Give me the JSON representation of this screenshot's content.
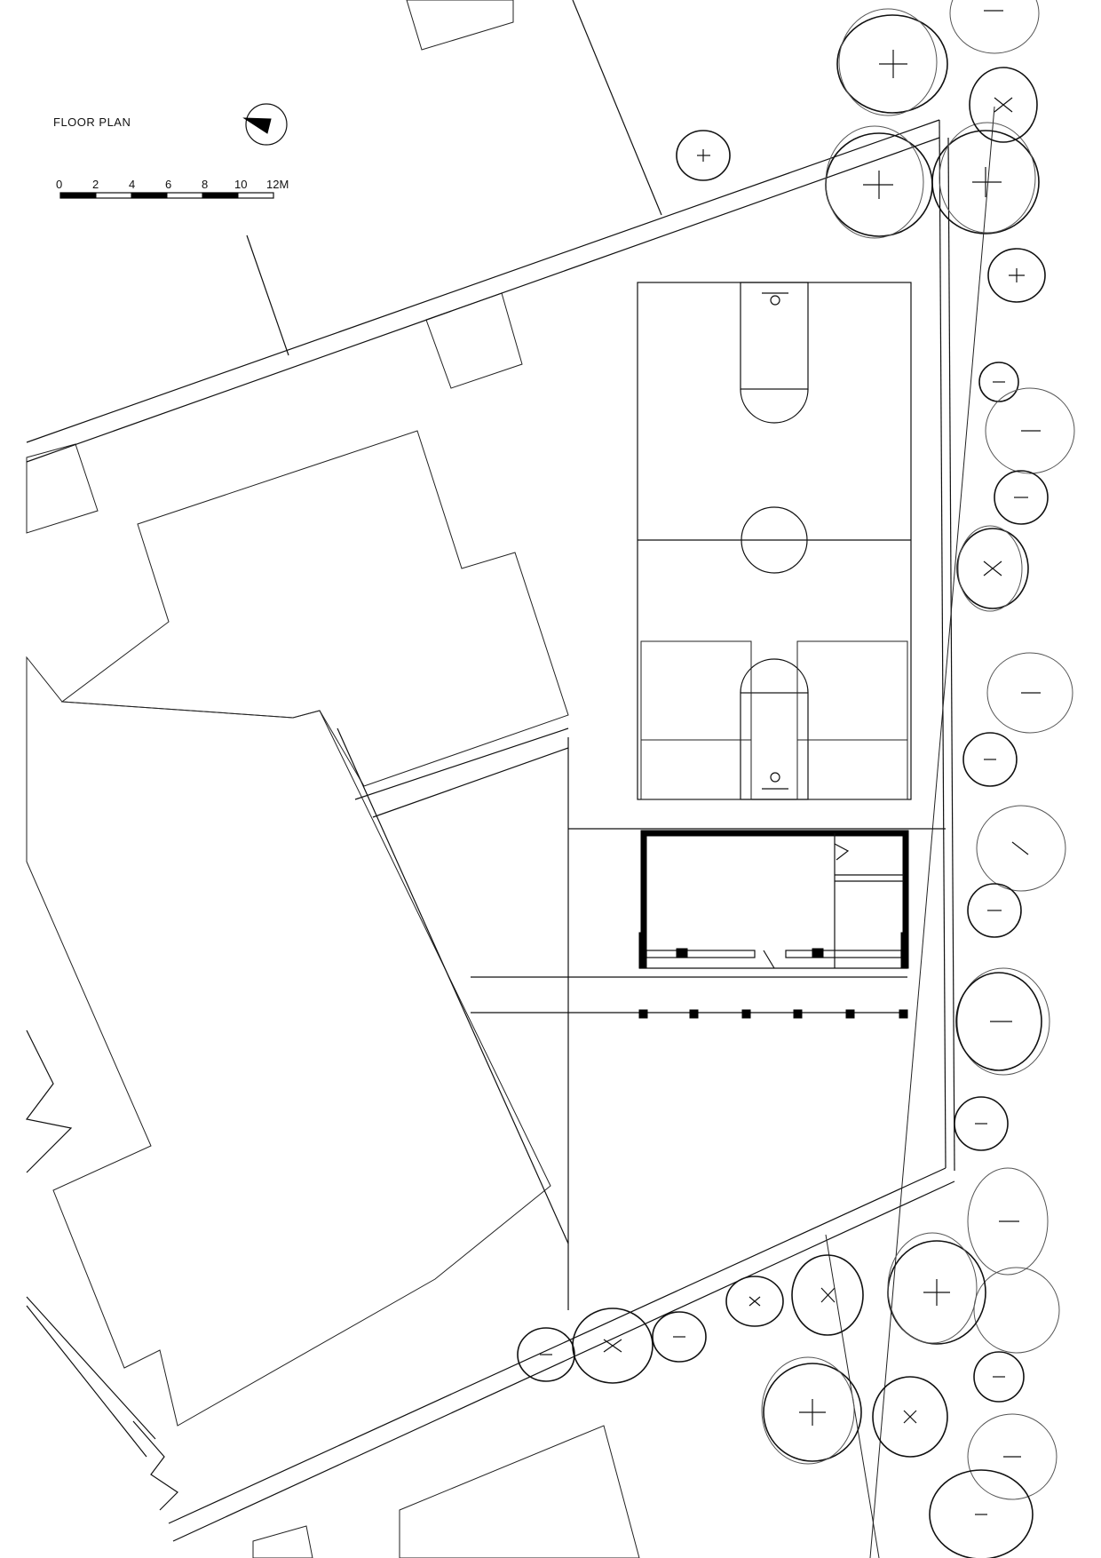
{
  "title": "FLOOR PLAN",
  "scale_bar": {
    "ticks": [
      "0",
      "2",
      "4",
      "6",
      "8",
      "10",
      "12M"
    ]
  },
  "icons": {
    "north_arrow": "north-arrow-icon"
  },
  "colors": {
    "line": "#111111",
    "background": "#ffffff"
  }
}
